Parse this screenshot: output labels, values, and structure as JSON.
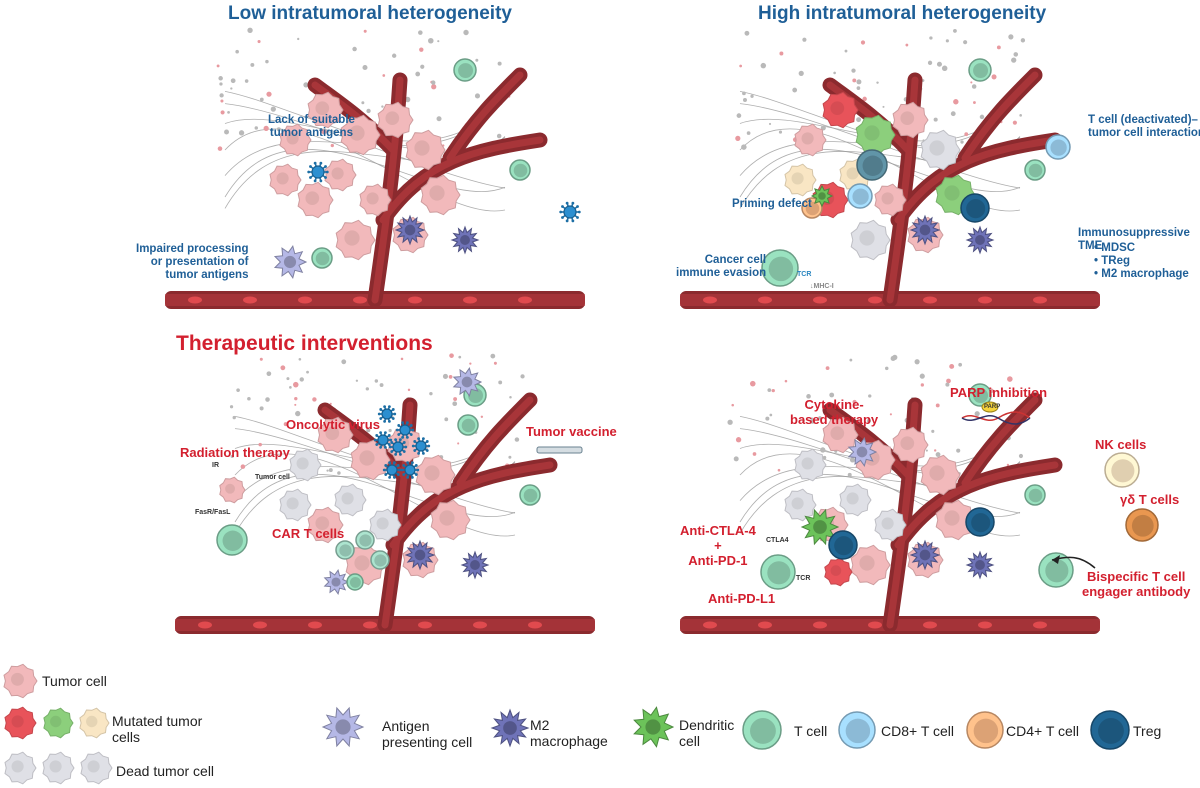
{
  "panels": {
    "top_left": {
      "title": "Low intratumoral heterogeneity",
      "lack_antigens": "Lack of suitable\ntumor antigens",
      "impaired_processing": "Impaired processing\nor presentation of\ntumor antigens"
    },
    "top_right": {
      "title": "High intratumoral heterogeneity",
      "t_cell_interaction": "T cell (deactivated)–\ntumor cell interaction",
      "priming_defect": "Priming defect",
      "immune_evasion": "Cancer cell\nimmune evasion",
      "tcr": "TCR",
      "mhc": "↓MHC-I",
      "tme_title": "Immunosuppressive TME",
      "tme_items": [
        "MDSC",
        "TReg",
        "M2 macrophage"
      ]
    },
    "bottom_left": {
      "title": "Therapeutic interventions",
      "radiation": "Radiation therapy",
      "ir": "IR",
      "tumor_cell_small": "Tumor cell",
      "fas": "FasR/FasL",
      "oncolytic": "Oncolytic virus",
      "tumor_vaccine": "Tumor vaccine",
      "car_t": "CAR T cells"
    },
    "bottom_right": {
      "cytokine": "Cytokine-\nbased therapy",
      "parp": "PARP inhibition",
      "parp_badge": "PARP",
      "nk": "NK cells",
      "gd": "γδ T cells",
      "anti_ctla": "Anti-CTLA-4\n+\nAnti-PD-1",
      "ctla4": "CTLA4",
      "tcr": "TCR",
      "anti_pdl1": "Anti-PD-L1",
      "bispecific": "Bispecific T cell\nengager antibody"
    }
  },
  "legend": {
    "tumor": "Tumor cell",
    "mutated": "Mutated tumor\ncells",
    "dead": "Dead tumor cell",
    "apc": "Antigen\npresenting cell",
    "m2": "M2\nmacrophage",
    "dendritic": "Dendritic\ncell",
    "tcell": "T cell",
    "cd8": "CD8+ T cell",
    "cd4": "CD4+ T cell",
    "treg": "Treg"
  },
  "colors": {
    "title_blue": "#1f5f97",
    "title_red": "#d3202f",
    "vessel": "#8b2a2e",
    "tumor": "#f2b9bb",
    "mutated_red": "#e8535a",
    "mutated_green": "#8ccf7c",
    "mutated_cream": "#f9e6c4",
    "dead": "#dfe0e6",
    "apc": "#b5b8e6",
    "m2": "#6f73b8",
    "dendritic": "#6cc35a",
    "tcell": "#8fd1b2",
    "cd8": "#9ccfee",
    "cd4": "#f4b482",
    "treg": "#1f5f8a"
  }
}
